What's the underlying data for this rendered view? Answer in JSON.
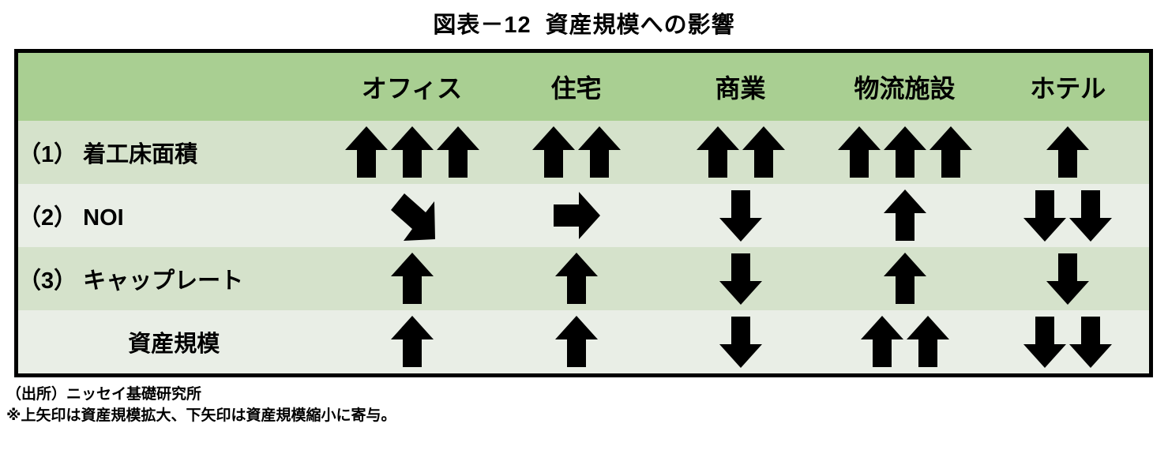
{
  "title": "図表－12  資産規模への影響",
  "colors": {
    "header_green": "#a9cf92",
    "row_tint_dark": "#d5e2cb",
    "row_tint_light": "#e9eee6",
    "border_black": "#000000",
    "arrow_black": "#000000"
  },
  "table": {
    "corner_label": "",
    "columns": [
      {
        "key": "office",
        "label": "オフィス"
      },
      {
        "key": "residence",
        "label": "住宅"
      },
      {
        "key": "retail",
        "label": "商業"
      },
      {
        "key": "logistics",
        "label": "物流施設"
      },
      {
        "key": "hotel",
        "label": "ホテル"
      }
    ],
    "rows": [
      {
        "label": "（1） 着工床面積",
        "centered": false,
        "tint": "dark",
        "cells": [
          {
            "icon": "arrow-up-icon",
            "count": 3,
            "direction": "up"
          },
          {
            "icon": "arrow-up-icon",
            "count": 2,
            "direction": "up"
          },
          {
            "icon": "arrow-up-icon",
            "count": 2,
            "direction": "up"
          },
          {
            "icon": "arrow-up-icon",
            "count": 3,
            "direction": "up"
          },
          {
            "icon": "arrow-up-icon",
            "count": 1,
            "direction": "up"
          }
        ]
      },
      {
        "label": "（2） NOI",
        "centered": false,
        "tint": "light",
        "cells": [
          {
            "icon": "arrow-down-right-icon",
            "count": 1,
            "direction": "down-right"
          },
          {
            "icon": "arrow-right-icon",
            "count": 1,
            "direction": "right"
          },
          {
            "icon": "arrow-down-icon",
            "count": 1,
            "direction": "down"
          },
          {
            "icon": "arrow-up-icon",
            "count": 1,
            "direction": "up"
          },
          {
            "icon": "arrow-down-icon",
            "count": 2,
            "direction": "down"
          }
        ]
      },
      {
        "label": "（3） キャップレート",
        "centered": false,
        "tint": "dark",
        "cells": [
          {
            "icon": "arrow-up-icon",
            "count": 1,
            "direction": "up"
          },
          {
            "icon": "arrow-up-icon",
            "count": 1,
            "direction": "up"
          },
          {
            "icon": "arrow-down-icon",
            "count": 1,
            "direction": "down"
          },
          {
            "icon": "arrow-up-icon",
            "count": 1,
            "direction": "up"
          },
          {
            "icon": "arrow-down-icon",
            "count": 1,
            "direction": "down"
          }
        ]
      },
      {
        "label": "資産規模",
        "centered": true,
        "tint": "light",
        "cells": [
          {
            "icon": "arrow-up-icon",
            "count": 1,
            "direction": "up"
          },
          {
            "icon": "arrow-up-icon",
            "count": 1,
            "direction": "up"
          },
          {
            "icon": "arrow-down-icon",
            "count": 1,
            "direction": "down"
          },
          {
            "icon": "arrow-up-icon",
            "count": 2,
            "direction": "up"
          },
          {
            "icon": "arrow-down-icon",
            "count": 2,
            "direction": "down"
          }
        ]
      }
    ]
  },
  "footnotes": [
    "（出所）ニッセイ基礎研究所",
    "※上矢印は資産規模拡大、下矢印は資産規模縮小に寄与。"
  ]
}
